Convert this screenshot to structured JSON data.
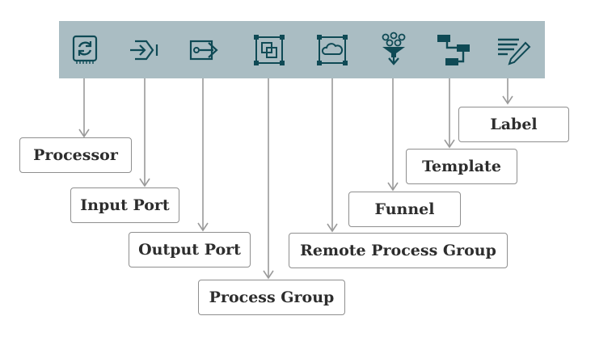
{
  "toolbar": {
    "background": "#aabdc3",
    "icon_color": "#0f4a55",
    "tools": [
      {
        "icon": "processor-icon"
      },
      {
        "icon": "input-port-icon"
      },
      {
        "icon": "output-port-icon"
      },
      {
        "icon": "process-group-icon"
      },
      {
        "icon": "remote-process-group-icon"
      },
      {
        "icon": "funnel-icon"
      },
      {
        "icon": "template-icon"
      },
      {
        "icon": "label-icon"
      }
    ]
  },
  "callouts": {
    "processor": "Processor",
    "input_port": "Input Port",
    "output_port": "Output Port",
    "process_group": "Process Group",
    "remote_process_group": "Remote Process Group",
    "funnel": "Funnel",
    "template": "Template",
    "label": "Label"
  },
  "connector_color": "#9a9a9a"
}
